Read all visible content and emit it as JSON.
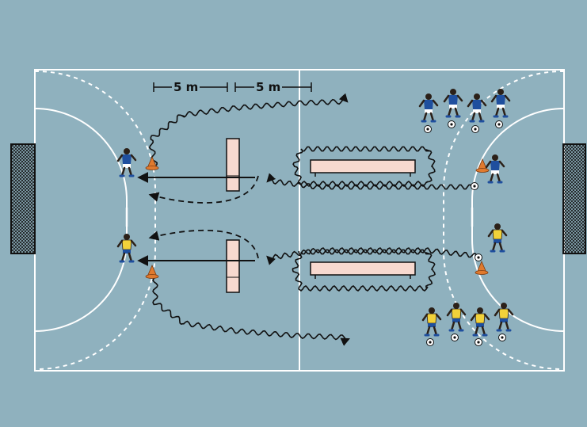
{
  "diagram": {
    "distance_labels": [
      "5 m",
      "5 m"
    ],
    "colors": {
      "court": "#8fb1be",
      "lines": "#ffffff",
      "path": "#111111",
      "bench": "#f7d9cf",
      "team_blue": "#1f4f9e",
      "team_yellow": "#f2d23a",
      "cone": "#e07a2e"
    },
    "teams": {
      "blue": {
        "players": 6
      },
      "yellow": {
        "players": 6
      }
    }
  }
}
